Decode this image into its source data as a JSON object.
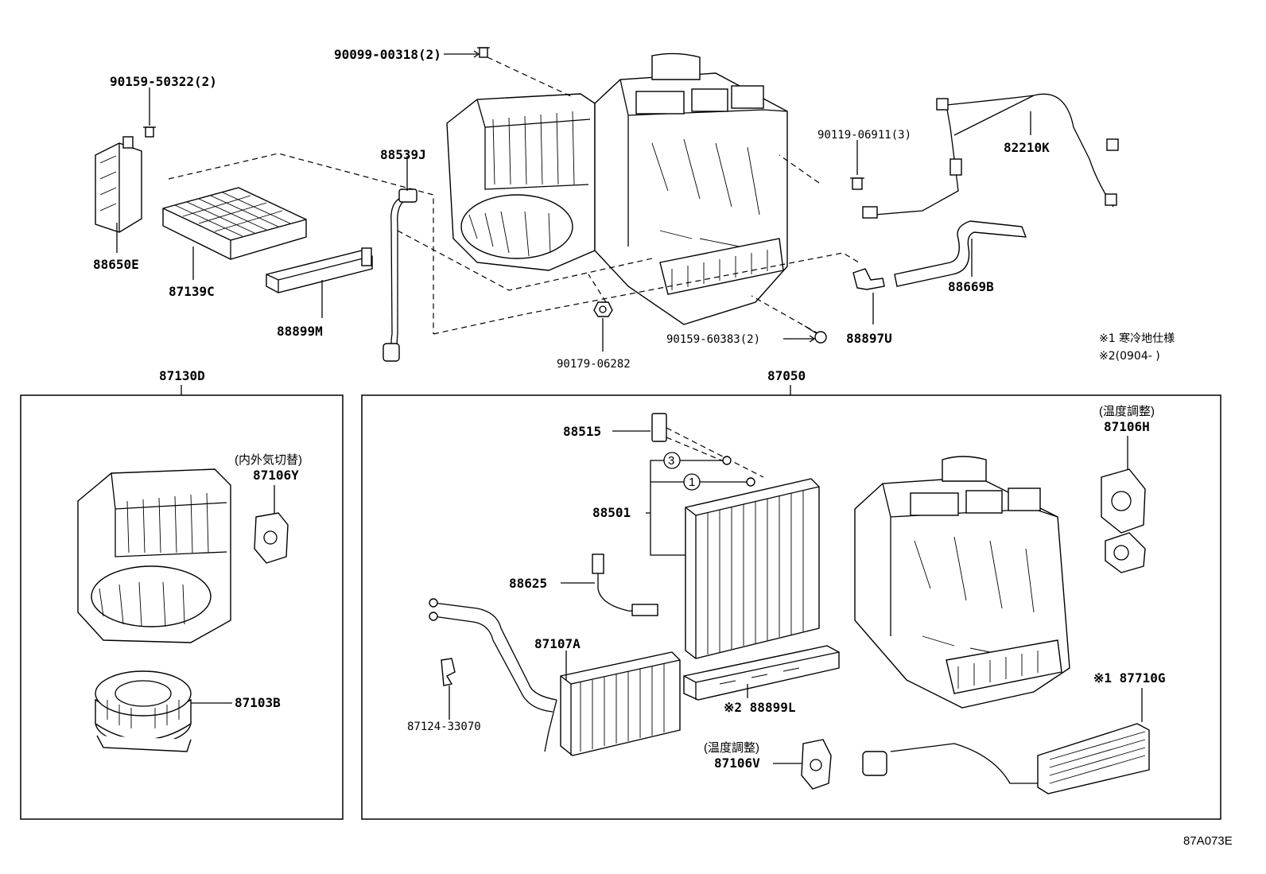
{
  "labels": {
    "p90099": "90099-00318(2)",
    "p90159a": "90159-50322(2)",
    "p88650": "88650E",
    "p87139": "87139C",
    "p88899m": "88899M",
    "p88539": "88539J",
    "p90179": "90179-06282",
    "p90159b": "90159-60383(2)",
    "p88897": "88897U",
    "p90119": "90119-06911(3)",
    "p82210": "82210K",
    "p88669": "88669B",
    "p87130": "87130D",
    "p87050": "87050",
    "note1": "※1 寒冷地仕様",
    "note2": "※2(0904-      )",
    "p87106y_jp": "(内外気切替)",
    "p87106y": "87106Y",
    "p87103": "87103B",
    "p88515": "88515",
    "p88501": "88501",
    "circle3": "3",
    "circle1": "1",
    "p88625": "88625",
    "p87107": "87107A",
    "p87124": "87124-33070",
    "p88899l": "※2 88899L",
    "p87106v_jp": "(温度調整)",
    "p87106v": "87106V",
    "p87106h_jp": "(温度調整)",
    "p87106h": "87106H",
    "p87710": "※1 87710G",
    "ref": "87A073E"
  }
}
